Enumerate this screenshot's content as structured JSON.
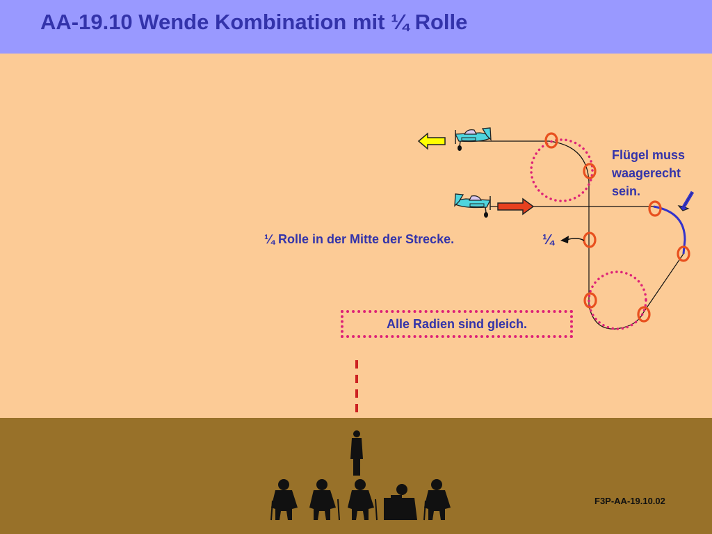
{
  "title": "AA-19.10 Wende Kombination mit ¼ Rolle",
  "notes": {
    "mid_roll": "¼  Rolle in der Mitte der Strecke.",
    "quarter_mark": "¼",
    "wing_level": [
      "Flügel muss",
      "waagerecht",
      "sein."
    ],
    "equal_radii": "Alle Radien sind gleich."
  },
  "code": "F3P-AA-19.10.02",
  "colors": {
    "header": "#9999FF",
    "sky": "#FCCB96",
    "ground": "#987129",
    "text": "#3333AA",
    "marker": "#E8501E",
    "circle_dots": "#DD2277",
    "exit_arrow": "#FFFF00",
    "entry_arrow": "#E8401E",
    "path_blue": "#3333CC",
    "plane_body": "#4FD5DE"
  },
  "icons": [
    "airplane-icon",
    "arrow-left-icon",
    "arrow-right-icon",
    "arrow-down-icon",
    "spectator-icon"
  ]
}
